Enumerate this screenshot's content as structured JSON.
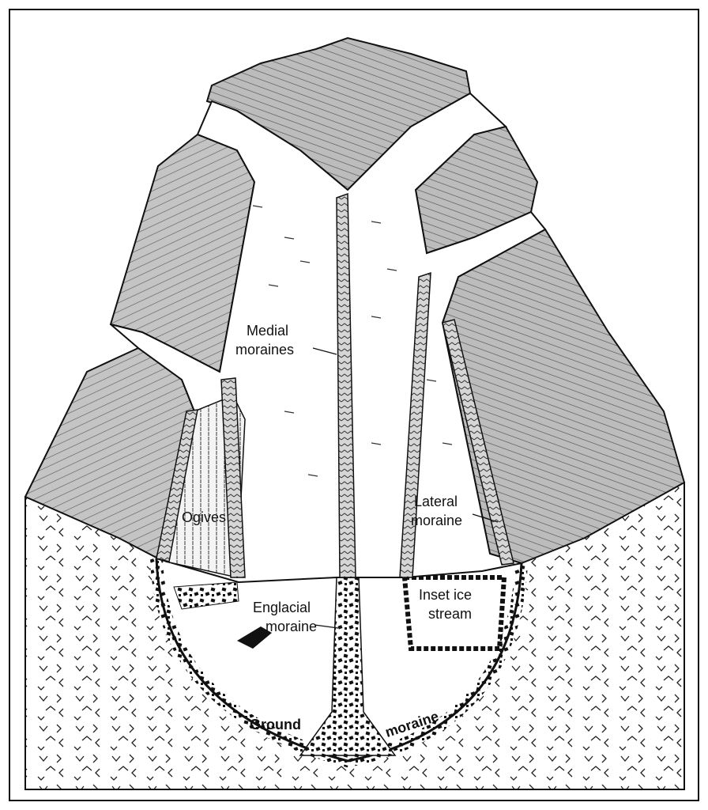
{
  "labels": {
    "medial_line1": "Medial",
    "medial_line2": "moraines",
    "ogives": "Ogives",
    "lateral_line1": "Lateral",
    "lateral_line2": "moraine",
    "englacial_line1": "Englacial",
    "englacial_line2": "moraine",
    "inset_line1": "Inset ice",
    "inset_line2": "stream",
    "ground": "Ground",
    "ground_moraine": "moraine"
  },
  "colors": {
    "rock": "#bdbdbd",
    "ice": "#ffffff",
    "ink": "#111111",
    "bedrock_fill": "#ffffff"
  }
}
